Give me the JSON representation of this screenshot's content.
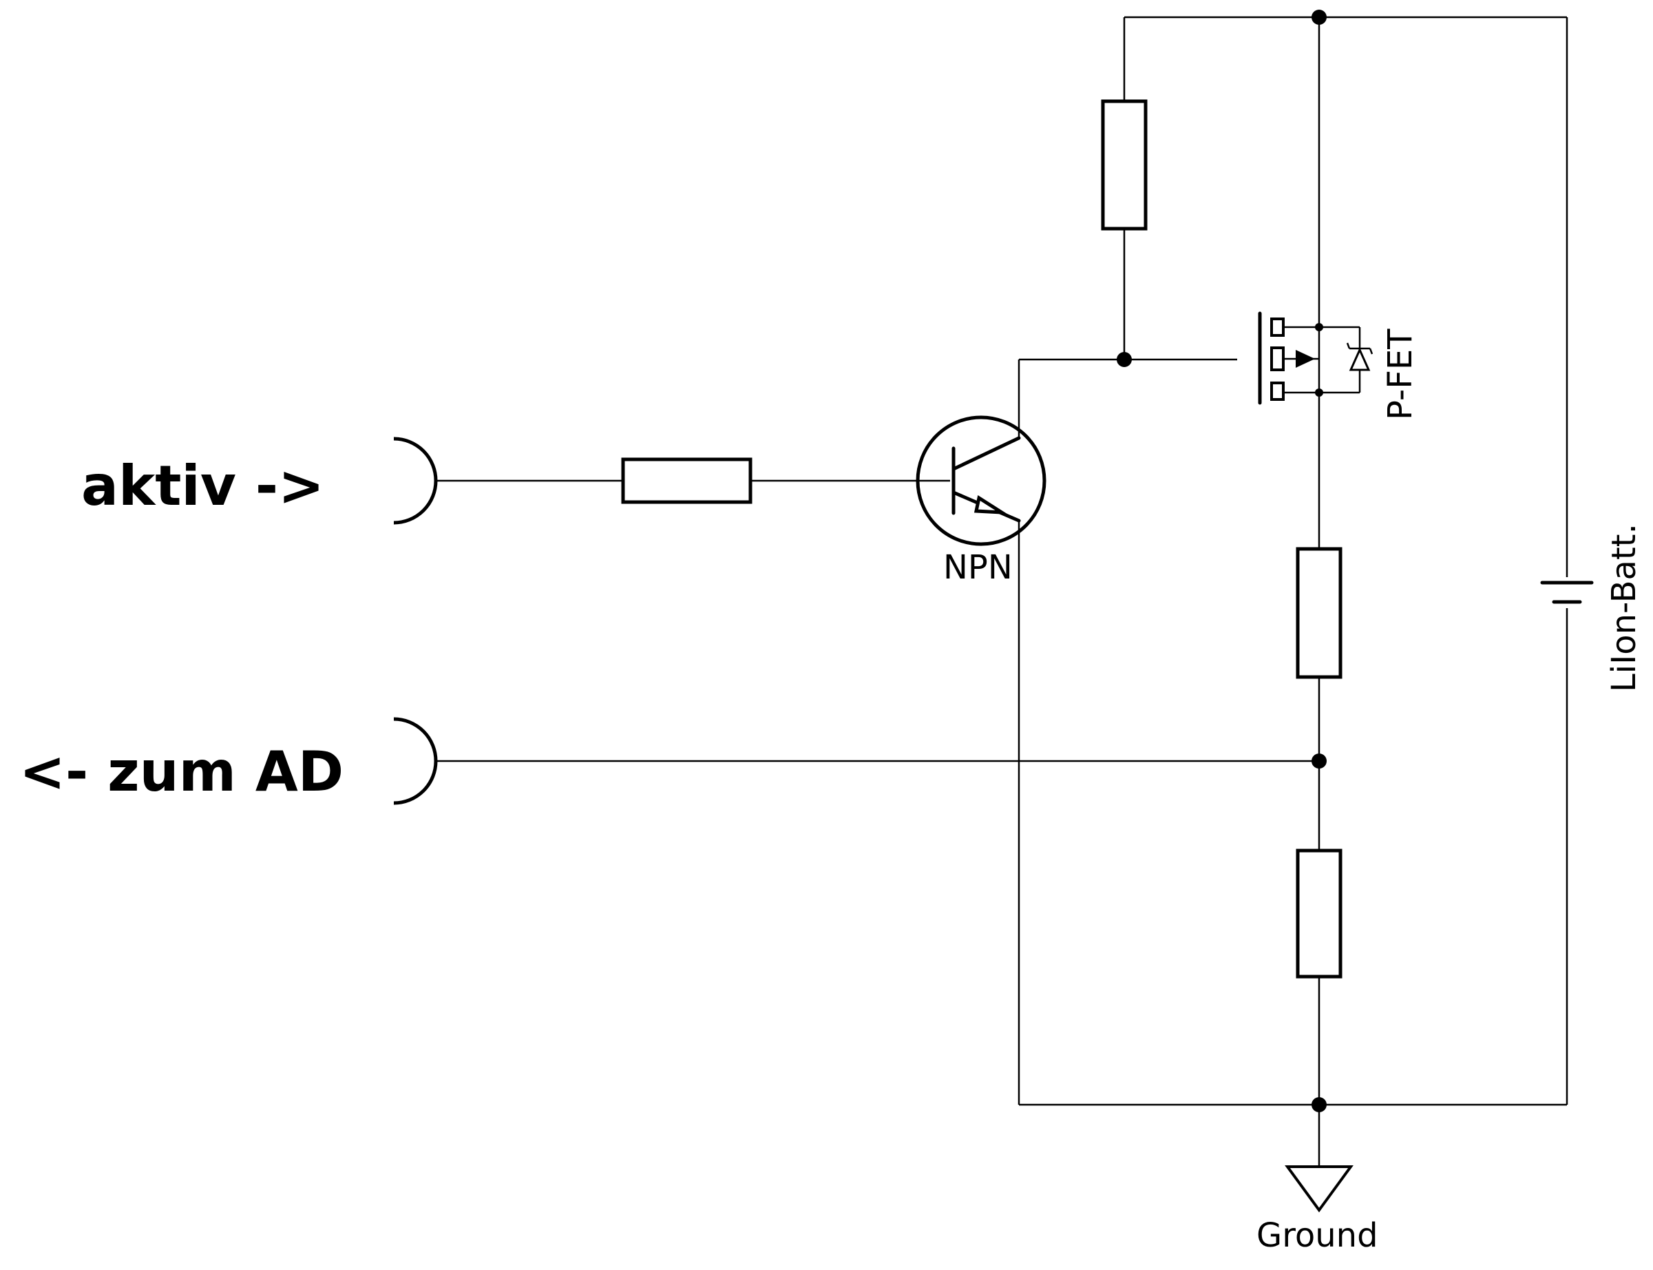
{
  "labels": {
    "input_aktiv": "aktiv ->",
    "output_ad": "<- zum AD",
    "transistor": "NPN",
    "mosfet": "P-FET",
    "battery": "LiIon-Batt.",
    "ground": "Ground"
  },
  "colors": {
    "line": "#000000",
    "background": "#ffffff"
  }
}
